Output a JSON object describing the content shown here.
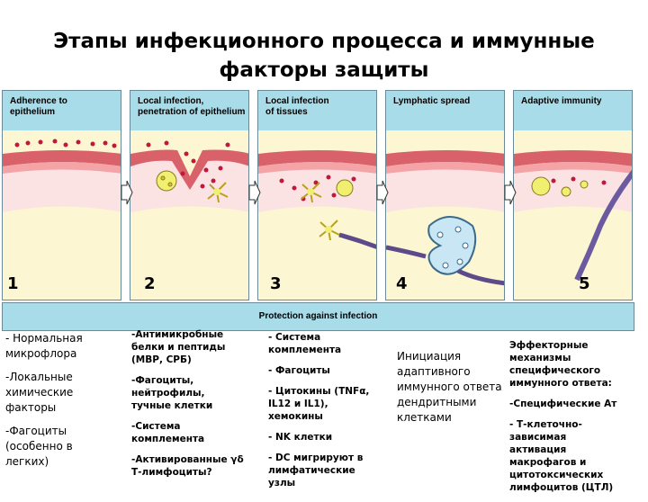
{
  "title_line1": "Этапы инфекционного процесса и иммунные",
  "title_line2": "факторы защиты",
  "panels": [
    {
      "head_line1": "Adherence to",
      "head_line2": "epithelium",
      "number": "1"
    },
    {
      "head_line1": "Local infection,",
      "head_line2": "penetration of epithelium",
      "number": "2"
    },
    {
      "head_line1": "Local infection",
      "head_line2": "of tissues",
      "number": "3"
    },
    {
      "head_line1": "Lymphatic spread",
      "head_line2": "",
      "number": "4"
    },
    {
      "head_line1": "Adaptive immunity",
      "head_line2": "",
      "number": "5"
    }
  ],
  "protection_label": "Protection against infection",
  "col1": [
    "- Нормальная микрофлора",
    "-Локальные химические факторы",
    "-Фагоциты (особенно в легких)"
  ],
  "col2": [
    "-Антимикробные белки и пептиды (МВР, СРБ)",
    "-Фагоциты, нейтрофилы, тучные клетки",
    "-Система комплемента",
    "-Активированные γδ Т-лимфоциты?"
  ],
  "col3": [
    "- Система комплемента",
    "- Фагоциты",
    "- Цитокины (TNFα, IL12 и IL1), хемокины",
    "- NK клетки",
    "- DC мигрируют в лимфатические узлы"
  ],
  "col4": [
    "Инициация адаптивного иммунного ответа дендритными клетками"
  ],
  "col5": [
    "Эффекторные механизмы специфического иммунного ответа:",
    "-Специфические Ат",
    "- Т-клеточно-зависимая активация макрофагов и цитотоксических лимфоцитов (ЦТЛ)"
  ],
  "colors": {
    "header": "#a9dce9",
    "epithelium": "#d9626a",
    "epithelium_light": "#f4a3a6",
    "tissue": "#fbe3e3",
    "deep": "#fdf6d2",
    "bacteria": "#c0183a",
    "node": "#c9e6f4"
  }
}
